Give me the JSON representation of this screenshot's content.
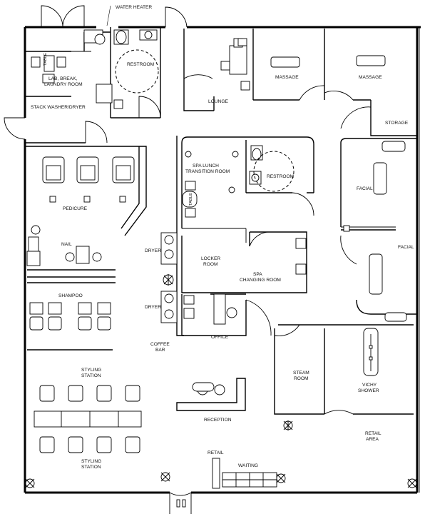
{
  "labels": {
    "water_heater": "WATER HEATER",
    "table_lab": "TABLE",
    "lab_break_1": "LAB, BREAK,",
    "lab_break_2": "LAUNDRY ROOM",
    "stack_washer": "STACK WASHER/DRYER",
    "restroom_1": "RESTROOM",
    "lounge": "LOUNGE",
    "massage_1": "MASSAGE",
    "massage_2": "MASSAGE",
    "storage": "STORAGE",
    "spa_lunch_1": "SPA LUNCH",
    "spa_lunch_2": "TRANSITION ROOM",
    "restroom_2": "RESTROOM",
    "table_spa": "TABLE",
    "pedicure": "PEDICURE",
    "facial_1": "FACIAL",
    "facial_2": "FACIAL",
    "nail": "NAIL",
    "dryer_1": "DRYER",
    "locker_1": "LOCKER",
    "locker_2": "ROOM",
    "spa_changing_1": "SPA",
    "spa_changing_2": "CHANGING ROOM",
    "shampoo": "SHAMPOO",
    "dryer_2": "DRYER",
    "office": "OFFICE",
    "coffee_1": "COFFEE",
    "coffee_2": "BAR",
    "steam_1": "STEAM",
    "steam_2": "ROOM",
    "vichy_1": "VICHY",
    "vichy_2": "SHOWER",
    "styling_top_1": "STYLING",
    "styling_top_2": "STATION",
    "reception": "RECEPTION",
    "retail_area_1": "RETAIL",
    "retail_area_2": "AREA",
    "styling_bot_1": "STYLING",
    "styling_bot_2": "STATION",
    "retail": "RETAIL",
    "waiting": "WAITING"
  }
}
